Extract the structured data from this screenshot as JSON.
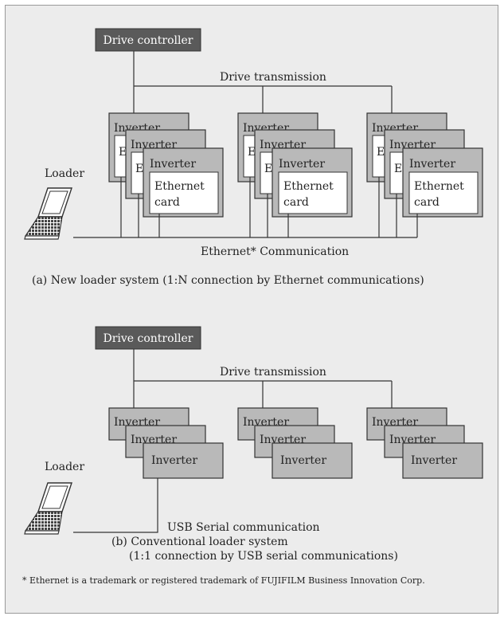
{
  "figure": {
    "section_a": {
      "controller_label": "Drive controller",
      "bus_label": "Drive transmission",
      "inverter_label": "Inverter",
      "card_label_line1": "Ethernet",
      "card_label_line2": "card",
      "loader_label": "Loader",
      "network_label": "Ethernet* Communication",
      "caption": "(a) New loader system (1:N connection by Ethernet communications)"
    },
    "section_b": {
      "controller_label": "Drive controller",
      "bus_label": "Drive transmission",
      "inverter_label": "Inverter",
      "loader_label": "Loader",
      "network_label": "USB Serial communication",
      "caption_line1": "(b) Conventional loader system",
      "caption_line2": "(1:1 connection by USB serial communications)"
    },
    "footnote": "* Ethernet is a trademark or registered trademark of FUJIFILM Business Innovation Corp.",
    "colors": {
      "background": "#ececec",
      "controller_fill": "#5a5a5a",
      "inverter_fill": "#b9b9b9",
      "card_fill": "#ffffff",
      "line": "#333333"
    },
    "icons": [
      "laptop-icon"
    ]
  }
}
